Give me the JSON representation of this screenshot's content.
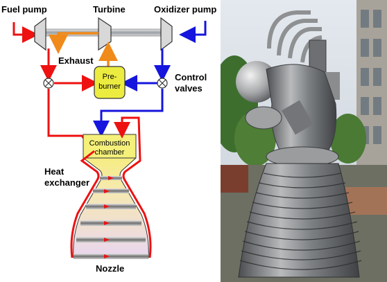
{
  "diagram": {
    "labels": {
      "fuel_pump": "Fuel pump",
      "turbine": "Turbine",
      "oxidizer_pump": "Oxidizer pump",
      "exhaust": "Exhaust",
      "preburner_line1": "Pre-",
      "preburner_line2": "burner",
      "control_line1": "Control",
      "control_line2": "valves",
      "chamber_line1": "Combustion",
      "chamber_line2": "chamber",
      "heat_line1": "Heat",
      "heat_line2": "exchanger",
      "nozzle": "Nozzle"
    },
    "colors": {
      "fuel": "#ee1111",
      "oxidizer": "#1515dd",
      "exhaust": "#f08a1a",
      "preburner": "#ecec40",
      "chamber": "#f4f07a",
      "shaft": "#9aa0a6",
      "pump": "#d8d8d8"
    }
  },
  "photo": {
    "subject": "rocket-engine-photo",
    "colors": {
      "sky": "#dfe6ee",
      "foliage": "#3d6e2e",
      "metal": "#8c8e90",
      "ground": "#6d6f62"
    }
  }
}
